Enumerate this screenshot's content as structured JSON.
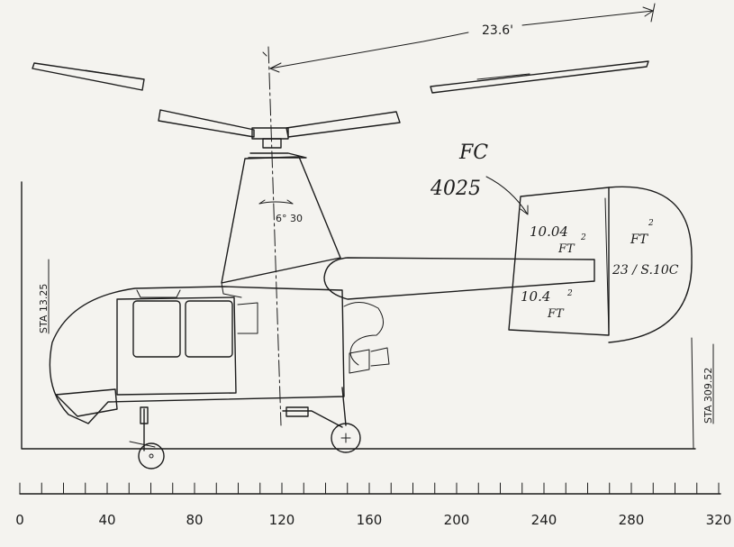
{
  "drawing": {
    "rotor_dimension": "23.6'",
    "mast_angle": "6° 30",
    "station_front": "STA 13.25",
    "station_rear": "STA 309.52",
    "annotation_code": "FC",
    "annotation_number": "4025",
    "tail_area_upper": "10.04",
    "tail_area_upper_unit": "FT",
    "tail_area_lower": "10.4",
    "tail_area_lower_unit": "FT",
    "tail_side_area": "FT",
    "tail_side_note": "23 / S.10C",
    "squared_mark": "2"
  },
  "scale": {
    "ticks": [
      "0",
      "40",
      "80",
      "120",
      "160",
      "200",
      "240",
      "280",
      "320"
    ]
  }
}
